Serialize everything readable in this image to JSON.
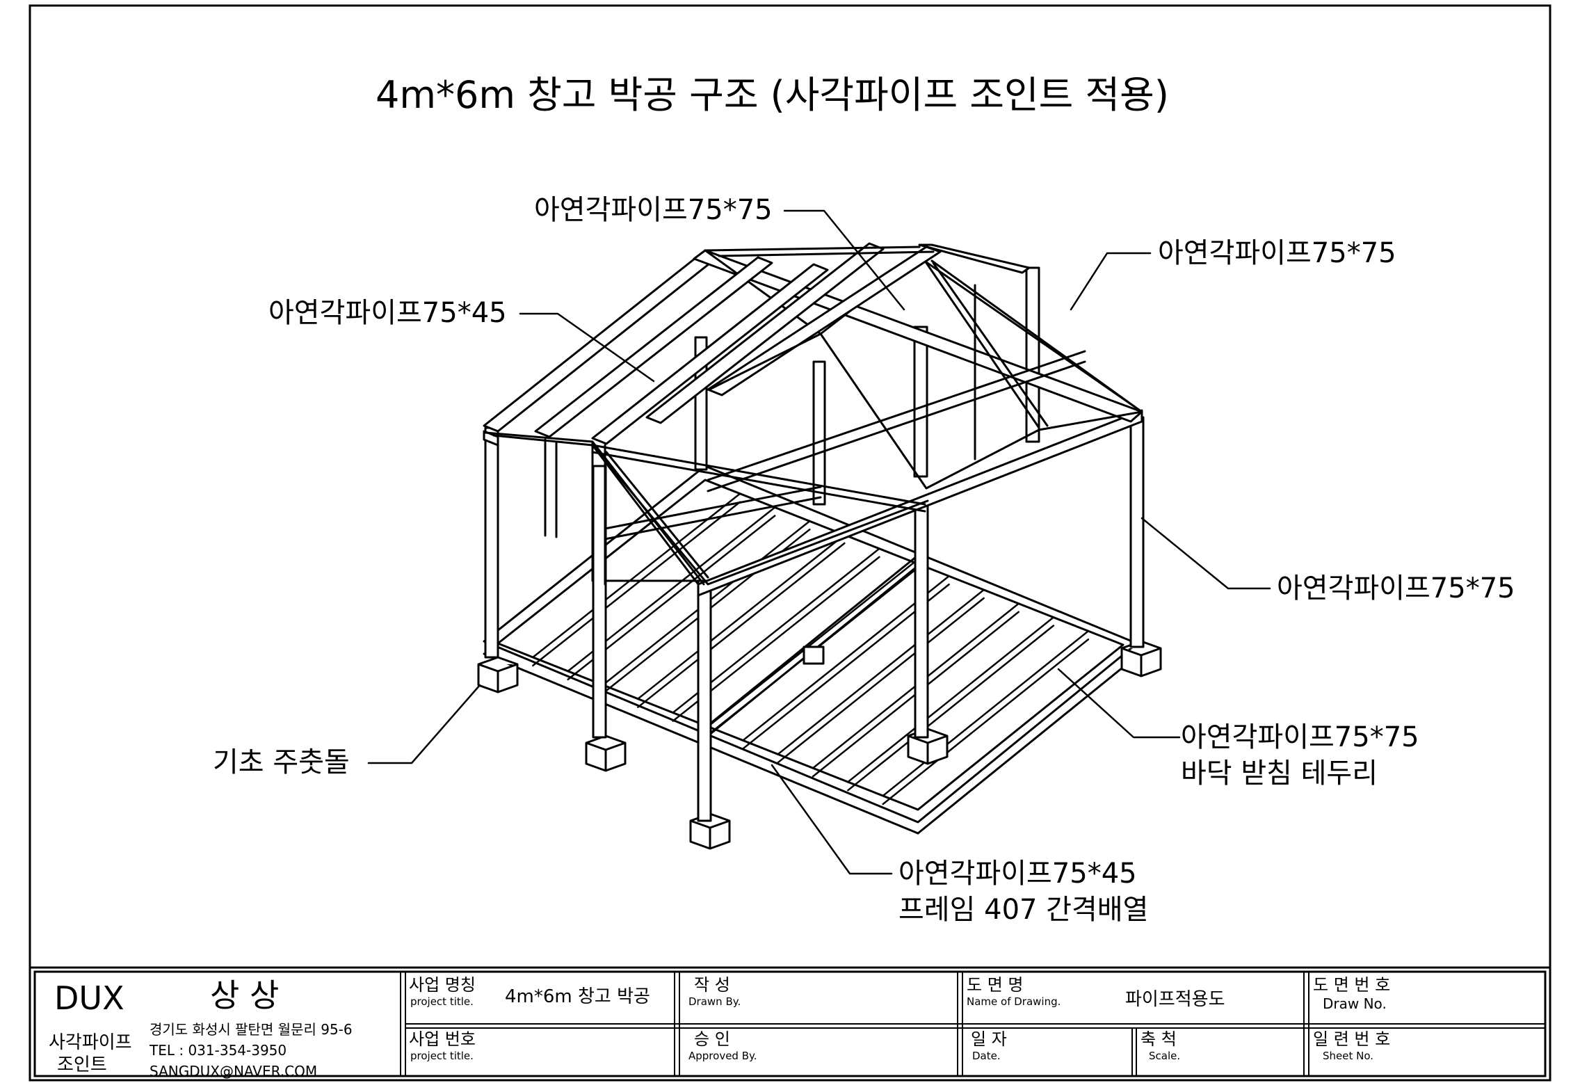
{
  "title": "4m*6m 창고 박공 구조 (사각파이프 조인트 적용)",
  "callouts": {
    "roof_top": "아연각파이프75*75",
    "roof_left": "아연각파이프75*45",
    "gable_right": "아연각파이프75*75",
    "post_right": "아연각파이프75*75",
    "floor_edge_1": "아연각파이프75*75",
    "floor_edge_2": "바닥 받침 테두리",
    "foundation": "기초 주춧돌",
    "floor_joist_1": "아연각파이프75*45",
    "floor_joist_2": "프레임 407 간격배열"
  },
  "title_block": {
    "brand": "DUX",
    "company": "상 상",
    "product_1": "사각파이프",
    "product_2": "조인트",
    "address": "경기도 화성시 팔탄면 월문리 95-6",
    "tel": "TEL : 031-354-3950",
    "email": "SANGDUX@NAVER.COM",
    "project_title_ko": "사업 명칭",
    "project_title_en": "project title.",
    "project_title_value": "4m*6m 창고 박공",
    "project_no_ko": "사업 번호",
    "project_no_en": "project title.",
    "drawn_ko": "작    성",
    "drawn_en": "Drawn By.",
    "approved_ko": "승    인",
    "approved_en": "Approved By.",
    "drawing_name_ko": "도  면  명",
    "drawing_name_en": "Name of Drawing.",
    "drawing_name_value": "파이프적용도",
    "date_ko": "일    자",
    "date_en": "Date.",
    "scale_ko": "축    척",
    "scale_en": "Scale.",
    "draw_no_ko": "도 면 번 호",
    "draw_no_en": "Draw No.",
    "sheet_no_ko": "일 련 번 호",
    "sheet_no_en": "Sheet No."
  }
}
